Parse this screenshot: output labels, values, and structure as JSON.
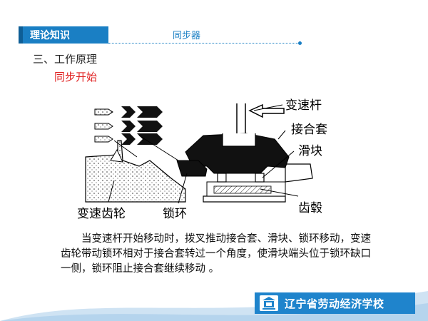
{
  "header": {
    "tab_label": "理论知识",
    "topic": "同步器"
  },
  "section": {
    "heading": "三、工作原理",
    "subtitle": "同步开始"
  },
  "diagram": {
    "labels": {
      "shift_lever": "变速杆",
      "sleeve": "接合套",
      "slider": "滑块",
      "gear": "变速齿轮",
      "ring": "锁环",
      "hub": "齿毂"
    }
  },
  "body_text": "当变速杆开始移动时，拨叉推动接合套、滑块、锁环移动，变速齿轮带动锁环相对于接合套转过一个角度，使滑块端头位于锁环缺口一侧，锁环阻止接合套继续移动 。",
  "footer": {
    "school_name": "辽宁省劳动经济学校"
  },
  "colors": {
    "accent": "#1a7fc4",
    "subtitle": "#e02020"
  }
}
